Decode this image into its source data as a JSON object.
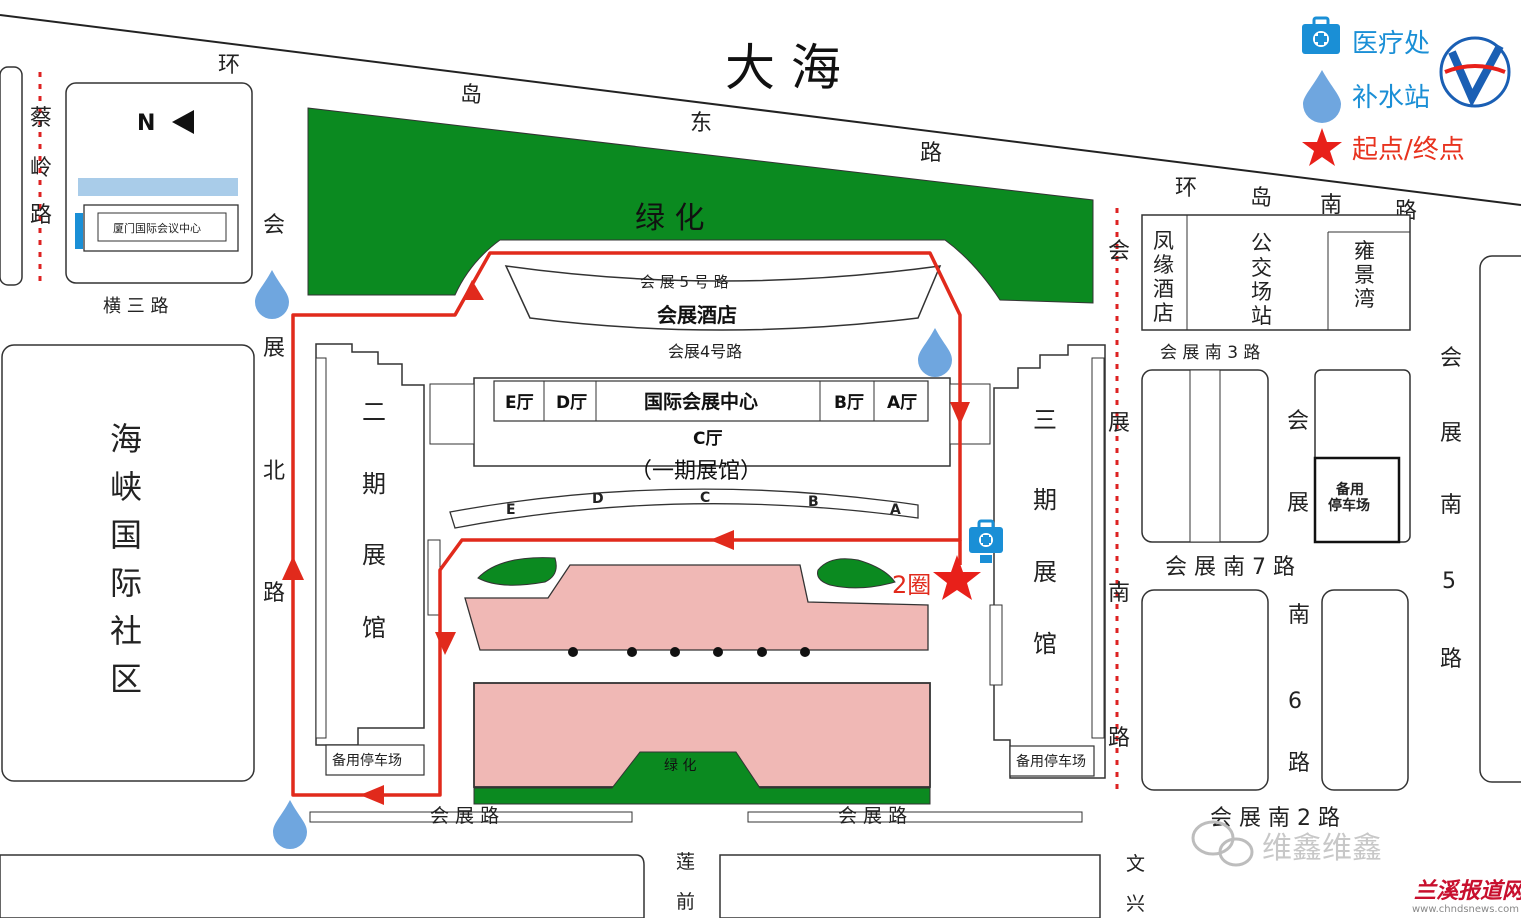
{
  "sea": "大 海",
  "north": "N",
  "legend": {
    "medical": "医疗处",
    "water": "补水站",
    "start_end": "起点/终点"
  },
  "route_laps": "2圈",
  "colors": {
    "route": "#e12a1c",
    "green": "#0b8a20",
    "pink": "#f0b8b5",
    "water": "#6fa6df",
    "medical": "#1a8fd6",
    "star": "#e8201a"
  },
  "roads": {
    "huandao_dong": [
      "环",
      "岛",
      "东",
      "路"
    ],
    "huandao_nan": [
      "环",
      "岛",
      "南",
      "路"
    ],
    "cailing": [
      "蔡",
      "岭",
      "路"
    ],
    "hengsan": "横 三 路",
    "huizhan_bei": [
      "会",
      "展",
      "北",
      "路"
    ],
    "huizhan_nan": [
      "会",
      "展",
      "南",
      "路"
    ],
    "huizhan_5hao": "会 展 5 号 路",
    "huizhan_4hao": "会展4号路",
    "huizhan_nan3": "会 展 南 3 路",
    "huizhan_nan7": "会 展 南 7 路",
    "huizhan_nan5": [
      "会",
      "展",
      "南",
      "5",
      "路"
    ],
    "huizhan_nan6": [
      "南",
      "6",
      "路"
    ],
    "huizhan_nan2": "会 展 南 2 路",
    "huizhan_mid": [
      "会",
      "展"
    ],
    "huizhan_lu_left": "会 展 路",
    "huizhan_lu_right": "会 展 路",
    "lianqian": [
      "莲",
      "前"
    ],
    "wenxing": [
      "文",
      "兴"
    ]
  },
  "places": {
    "conf_center": "厦门国际会议中心",
    "green_top": "绿 化",
    "hotel": "会展酒店",
    "intl_center": "国际会展中心",
    "halls": {
      "e": "E厅",
      "d": "D厅",
      "b": "B厅",
      "a": "A厅",
      "c": "C厅"
    },
    "phase1": "（一期展馆）",
    "arc_letters": [
      "E",
      "D",
      "C",
      "B",
      "A"
    ],
    "phase2": [
      "二",
      "期",
      "展",
      "馆"
    ],
    "phase3": [
      "三",
      "期",
      "展",
      "馆"
    ],
    "parking_left": "备用停车场",
    "parking_right": "备用停车场",
    "parking_spare": [
      "备用",
      "停车场"
    ],
    "haixia": [
      "海",
      "峡",
      "国",
      "际",
      "社",
      "区"
    ],
    "fengyuan": [
      "凤",
      "缘",
      "酒",
      "店"
    ],
    "bus": [
      "公",
      "交",
      "场",
      "站"
    ],
    "yongjing": [
      "雍",
      "景",
      "湾"
    ],
    "green_bottom": "绿 化"
  },
  "watermark": {
    "wechat": "维鑫维鑫",
    "site_logo": "兰溪报道网",
    "site_url": "www.chndsnews.com"
  }
}
